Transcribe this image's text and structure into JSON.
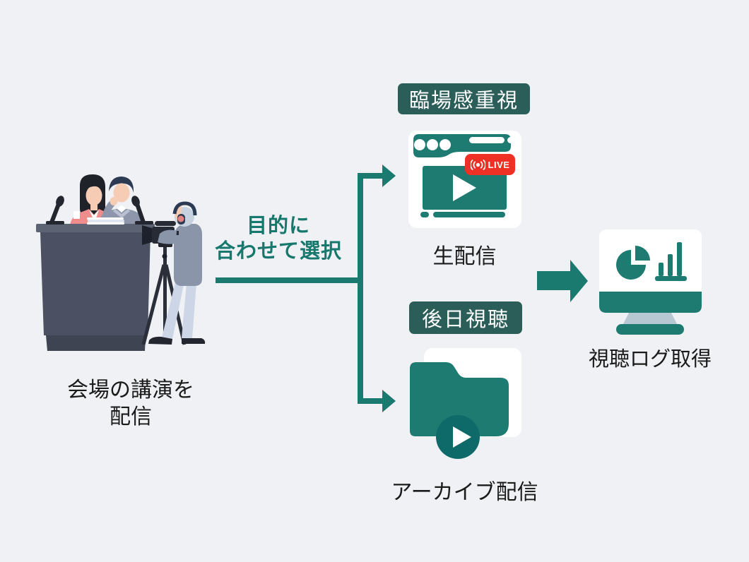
{
  "colors": {
    "background": "#f0f1f4",
    "teal_line": "#1a7a6f",
    "teal_icon": "#1e7b71",
    "teal_dark_circle": "#0e6a68",
    "badge_teal": "#2b5e59",
    "live_red": "#ee3124",
    "text": "#1a1a1a",
    "monitor_stand": "#b7c8d3"
  },
  "source": {
    "caption_line1": "会場の講演を",
    "caption_line2": "配信"
  },
  "decision": {
    "label_line1": "目的に",
    "label_line2": "合わせて選択"
  },
  "branch_live": {
    "badge": "臨場感重視",
    "live_badge": "LIVE",
    "caption": "生配信"
  },
  "branch_archive": {
    "badge": "後日視聴",
    "caption": "アーカイブ配信"
  },
  "result": {
    "caption": "視聴ログ取得"
  },
  "icons": {
    "source": "presenters-camera-illustration",
    "branch_live": "browser-live-player-icon",
    "branch_archive": "archive-folder-play-icon",
    "result": "analytics-monitor-icon",
    "live": "broadcast-icon",
    "play": "play-icon"
  }
}
